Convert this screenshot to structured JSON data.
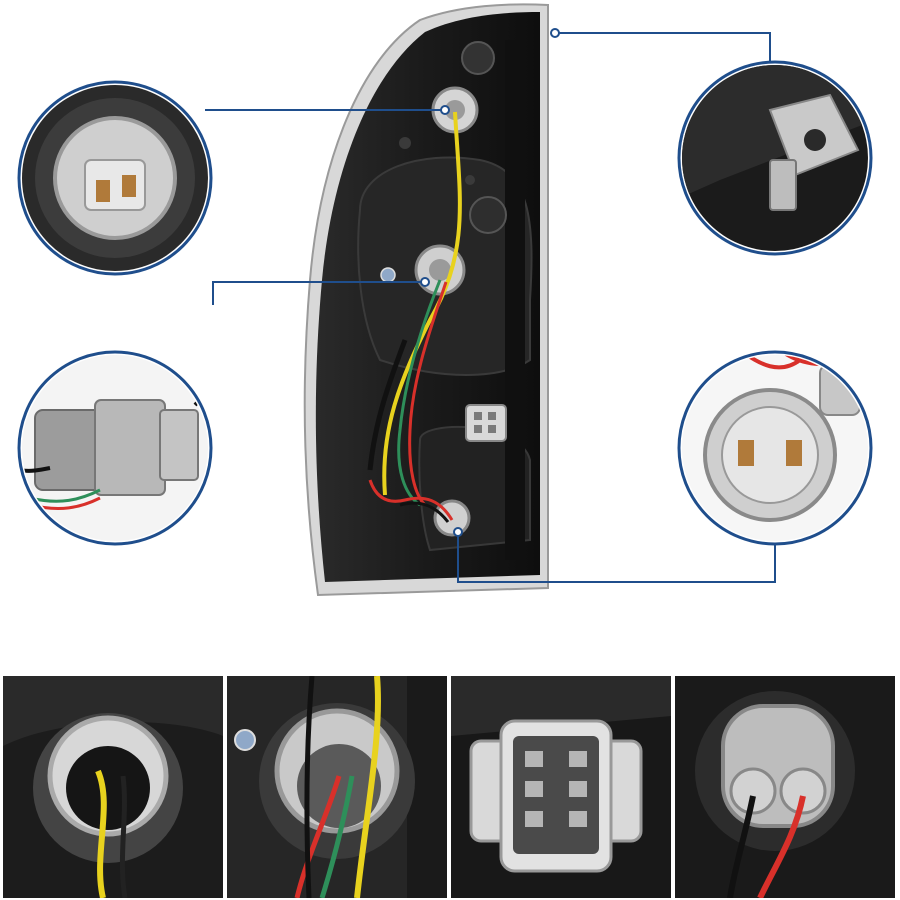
{
  "product": {
    "subject": "tail-light-housing-rear-view",
    "accent_color": "#1f4e8c",
    "wire_colors": {
      "yellow": "#e8d21e",
      "red": "#d8302a",
      "green": "#2e8f5a",
      "black": "#111111"
    }
  },
  "callouts": [
    {
      "id": "socket-top",
      "icon": "bulb-socket-2pin"
    },
    {
      "id": "mount-tab",
      "icon": "metal-mounting-tab"
    },
    {
      "id": "socket-middle",
      "icon": "bulb-socket-wired"
    },
    {
      "id": "socket-bottom",
      "icon": "bulb-socket-red-black"
    }
  ],
  "thumbnails": [
    {
      "id": "thumb-socket-yellow",
      "icon": "socket-yellow-black-wire"
    },
    {
      "id": "thumb-socket-multiwire",
      "icon": "socket-multi-wire"
    },
    {
      "id": "thumb-connector",
      "icon": "wiring-connector"
    },
    {
      "id": "thumb-socket-red",
      "icon": "socket-red-black-wire"
    }
  ]
}
